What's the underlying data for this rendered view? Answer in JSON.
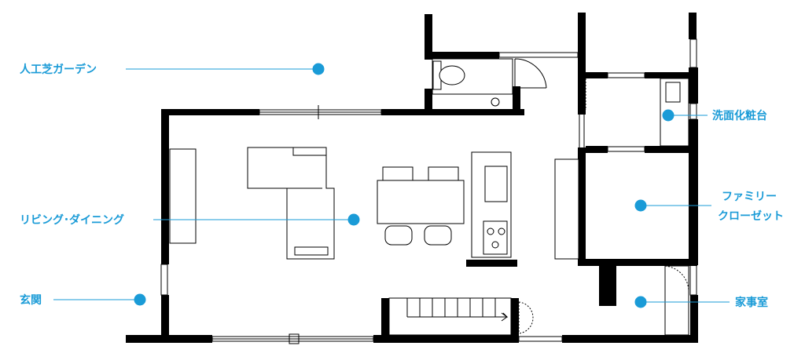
{
  "plan": {
    "accent_color": "#1a9bd7",
    "wall_color": "#000000",
    "rooms": [
      {
        "id": "garden",
        "label": "人工芝ガーデン"
      },
      {
        "id": "living",
        "label": "リビング･ダイニング"
      },
      {
        "id": "entrance",
        "label": "玄関"
      },
      {
        "id": "washroom",
        "label": "洗面化粧台"
      },
      {
        "id": "closet",
        "label": "ファミリー",
        "label2": "クローゼット"
      },
      {
        "id": "housework",
        "label": "家事室"
      }
    ]
  }
}
